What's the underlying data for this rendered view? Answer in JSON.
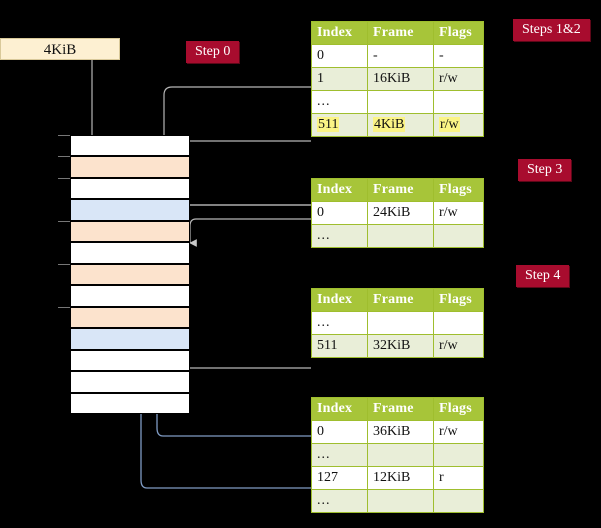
{
  "diagram": {
    "title_badges": [
      {
        "id": "step0",
        "label": "Step 0"
      },
      {
        "id": "step12",
        "label": "Steps 1&2"
      },
      {
        "id": "step3",
        "label": "Step 3"
      },
      {
        "id": "step4",
        "label": "Step 4"
      }
    ],
    "source_box": {
      "label": "4KiB"
    },
    "columns": [
      "Index",
      "Frame",
      "Flags"
    ],
    "tables": [
      {
        "name": "level-1-table",
        "step": "Steps 1&2",
        "headers": [
          "Index",
          "Frame",
          "Flags"
        ],
        "rows": [
          {
            "index": "0",
            "frame": "-",
            "flags": "-",
            "alt": false,
            "highlight": false
          },
          {
            "index": "1",
            "frame": "16KiB",
            "flags": "r/w",
            "alt": true,
            "highlight": false
          },
          {
            "index": "...",
            "frame": "",
            "flags": "",
            "alt": false,
            "highlight": false
          },
          {
            "index": "511",
            "frame": "4KiB",
            "flags": "r/w",
            "alt": true,
            "highlight": true
          }
        ]
      },
      {
        "name": "level-2-table",
        "step": "Step 3",
        "headers": [
          "Index",
          "Frame",
          "Flags"
        ],
        "rows": [
          {
            "index": "0",
            "frame": "24KiB",
            "flags": "r/w",
            "alt": false,
            "highlight": false
          },
          {
            "index": "...",
            "frame": "",
            "flags": "",
            "alt": true,
            "highlight": false
          }
        ]
      },
      {
        "name": "level-3-table",
        "step": "Step 4",
        "headers": [
          "Index",
          "Frame",
          "Flags"
        ],
        "rows": [
          {
            "index": "...",
            "frame": "",
            "flags": "",
            "alt": false,
            "highlight": false
          },
          {
            "index": "511",
            "frame": "32KiB",
            "flags": "r/w",
            "alt": true,
            "highlight": false
          }
        ]
      },
      {
        "name": "level-4-table",
        "step": "",
        "headers": [
          "Index",
          "Frame",
          "Flags"
        ],
        "rows": [
          {
            "index": "0",
            "frame": "36KiB",
            "flags": "r/w",
            "alt": false,
            "highlight": false
          },
          {
            "index": "...",
            "frame": "",
            "flags": "",
            "alt": true,
            "highlight": false
          },
          {
            "index": "127",
            "frame": "12KiB",
            "flags": "r",
            "alt": false,
            "highlight": false
          },
          {
            "index": "...",
            "frame": "",
            "flags": "",
            "alt": true,
            "highlight": false
          }
        ]
      }
    ],
    "memory_column": {
      "name": "physical-memory",
      "rows": [
        {
          "i": 0,
          "fill": "white",
          "tick": true
        },
        {
          "i": 1,
          "fill": "orange",
          "tick": true
        },
        {
          "i": 2,
          "fill": "white",
          "tick": true
        },
        {
          "i": 3,
          "fill": "blue",
          "tick": false
        },
        {
          "i": 4,
          "fill": "orange",
          "tick": true
        },
        {
          "i": 5,
          "fill": "white",
          "tick": false
        },
        {
          "i": 6,
          "fill": "orange",
          "tick": true
        },
        {
          "i": 7,
          "fill": "white",
          "tick": false
        },
        {
          "i": 8,
          "fill": "orange",
          "tick": true
        },
        {
          "i": 9,
          "fill": "blue",
          "tick": false
        },
        {
          "i": 10,
          "fill": "white",
          "tick": false
        },
        {
          "i": 11,
          "fill": "white",
          "tick": false
        },
        {
          "i": 12,
          "fill": "white",
          "tick": false
        }
      ]
    },
    "colors": {
      "badge_bg": "#a80c2e",
      "badge_text": "#ffffff",
      "table_header_bg": "#a7c539",
      "table_alt_row_bg": "#e9eed8",
      "highlight": "#fbf485",
      "memory_orange": "#fce3cd",
      "memory_blue": "#d9e6f7",
      "source_box_bg": "#fdf0d2",
      "wire_gray": "#b6b6b6",
      "wire_blue": "#7f9bc4",
      "background": "#000000"
    }
  }
}
